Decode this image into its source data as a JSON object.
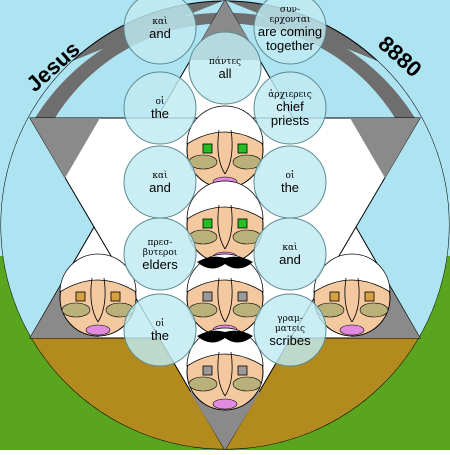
{
  "corner_labels": {
    "left": "Jesus",
    "right": "8880"
  },
  "colors": {
    "sky": "#aee3f1",
    "grass": "#5aa51e",
    "earth": "#b38a1e",
    "ring_dark": "#6e6e6e",
    "star_white": "#ffffff",
    "star_gray": "#8a8a8a",
    "bubble_fill": "#bfeaf2",
    "bubble_stroke": "#5a8a90",
    "skin": "#f4c9a0",
    "leaf": "#b9b07a",
    "eye_green": "#22c022",
    "eye_gray": "#9a9a9a",
    "eye_amber": "#d7a040",
    "mouth_pink": "#e08ae0",
    "mustache": "#000000"
  },
  "bubbles": [
    {
      "greek": "καὶ",
      "english": [
        "and"
      ]
    },
    {
      "greek": "συν-\nερχονται",
      "english": [
        "are coming",
        "together"
      ]
    },
    {
      "greek": "πάντες",
      "english": [
        "all"
      ]
    },
    {
      "greek": "οἱ",
      "english": [
        "the"
      ]
    },
    {
      "greek": "ἀρχιερεις",
      "english": [
        "chief",
        "priests"
      ]
    },
    {
      "greek": "καὶ",
      "english": [
        "and"
      ]
    },
    {
      "greek": "οἱ",
      "english": [
        "the"
      ]
    },
    {
      "greek": "πρεσ-\nβυτεροι",
      "english": [
        "elders"
      ]
    },
    {
      "greek": "καὶ",
      "english": [
        "and"
      ]
    },
    {
      "greek": "οἱ",
      "english": [
        "the"
      ]
    },
    {
      "greek": "γραμ-\nματεις",
      "english": [
        "scribes"
      ]
    }
  ]
}
